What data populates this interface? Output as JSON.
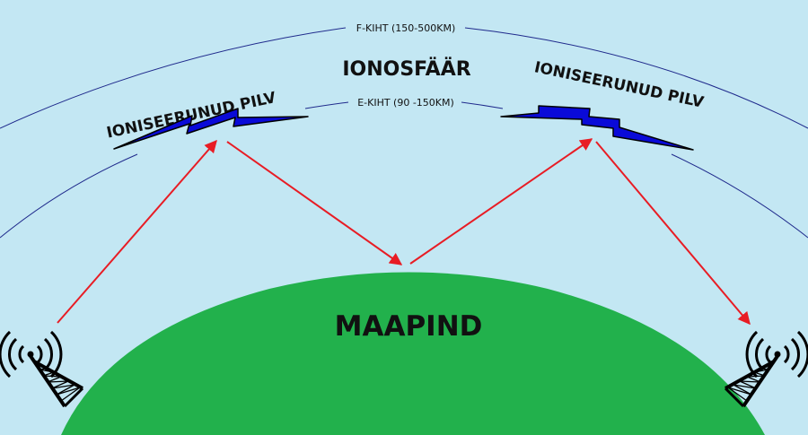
{
  "labels": {
    "f_layer": "F-KIHT (150-500KM)",
    "e_layer": "E-KIHT (90 -150KM)",
    "ionosphere": "IONOSFÄÄR",
    "cloud_left": "IONISEERUNUD PILV",
    "cloud_right": "IONISEERUNUD PILV",
    "ground": "MAAPIND"
  },
  "icons": [
    "ionized-cloud-icon",
    "radio-tower-icon",
    "signal-arrow"
  ],
  "colors": {
    "sky": "#c3e7f3",
    "ground": "#22b14c",
    "layer_line": "#1f2a8c",
    "cloud": "#0a0ad8",
    "arrow": "#e81c24"
  }
}
